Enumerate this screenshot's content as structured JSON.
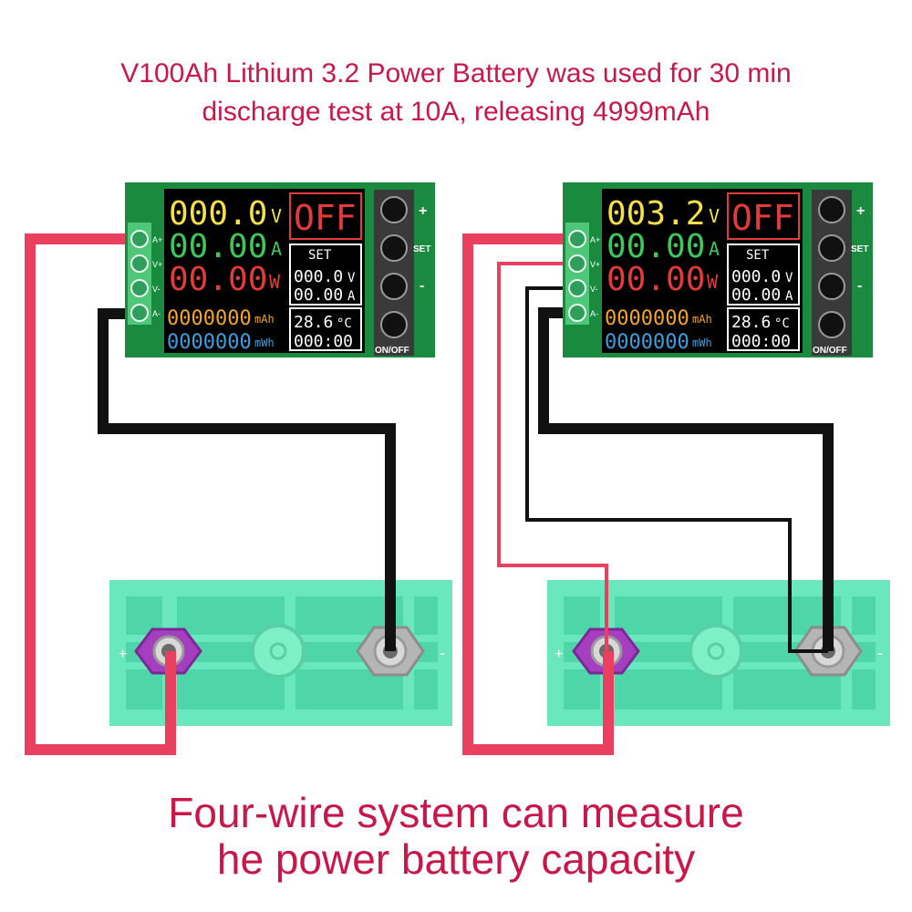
{
  "headline": {
    "line1": "V100Ah Lithium 3.2 Power Battery was used for 30 min",
    "line2": "discharge test at 10A, releasing 4999mAh"
  },
  "caption": {
    "line1": "Four-wire system can measure",
    "line2": "he power battery capacity"
  },
  "colors": {
    "title_text": "#c8184a",
    "positive_wire": "#e8405e",
    "negative_wire": "#111111",
    "pcb": "#1a8a3e",
    "battery": "#6ae8bd",
    "positive_terminal": "#a63fbf"
  },
  "meters": [
    {
      "voltage": "000.0",
      "voltage_unit": "V",
      "current": "00.00",
      "current_unit": "A",
      "power": "00.00",
      "power_unit": "W",
      "capacity": "0000000",
      "capacity_unit": "mAh",
      "energy": "0000000",
      "energy_unit": "mWh",
      "status": "OFF",
      "set_label": "SET",
      "set_voltage": "000.0",
      "set_voltage_unit": "V",
      "set_current": "00.00",
      "set_current_unit": "A",
      "temperature": "28.6",
      "temperature_unit": "°C",
      "timer": "000:00",
      "terminals": [
        "A+",
        "V+",
        "V-",
        "A-"
      ],
      "buttons": [
        "+",
        "SET",
        "-",
        "ON/OFF"
      ]
    },
    {
      "voltage": "003.2",
      "voltage_unit": "V",
      "current": "00.00",
      "current_unit": "A",
      "power": "00.00",
      "power_unit": "W",
      "capacity": "0000000",
      "capacity_unit": "mAh",
      "energy": "0000000",
      "energy_unit": "mWh",
      "status": "OFF",
      "set_label": "SET",
      "set_voltage": "000.0",
      "set_voltage_unit": "V",
      "set_current": "00.00",
      "set_current_unit": "A",
      "temperature": "28.6",
      "temperature_unit": "°C",
      "timer": "000:00",
      "terminals": [
        "A+",
        "V+",
        "V-",
        "A-"
      ],
      "buttons": [
        "+",
        "SET",
        "-",
        "ON/OFF"
      ]
    }
  ],
  "battery": {
    "positive_sign": "+",
    "negative_sign": "-"
  }
}
